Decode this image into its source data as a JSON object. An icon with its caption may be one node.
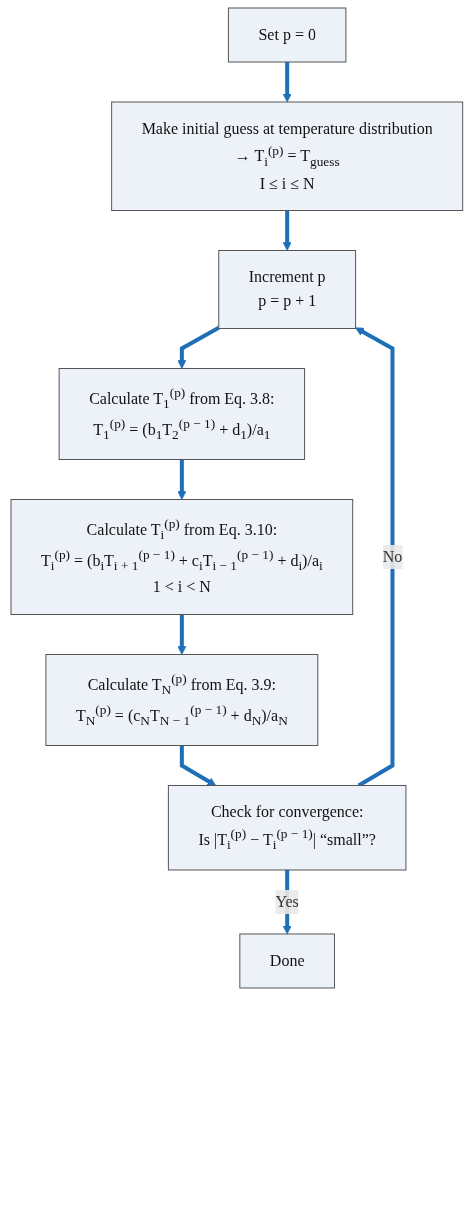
{
  "diagram": {
    "nodes": [
      {
        "text": [
          "Set p = 0"
        ]
      },
      {
        "text": [
          "Make initial guess at temperature distribution",
          "→ T$_{i}$$^{(p)}$ = T$_{guess}$",
          "I ≤ i ≤ N"
        ]
      },
      {
        "text": [
          "Increment p",
          "p = p + 1"
        ]
      },
      {
        "text": [
          "Calculate T$_{1}$$^{(p)}$ from Eq. 3.8:",
          "T$_{1}$$^{(p)}$ = (b$_{1}$T$_{2}$$^{(p − 1)}$ + d$_{1}$)/a$_{1}$"
        ]
      },
      {
        "text": [
          "Calculate T$_{i}$$^{(p)}$ from Eq. 3.10:",
          "T$_{i}$$^{(p)}$ = (b$_{i}$T$_{i + 1}$$^{(p − 1)}$ + c$_{i}$T$_{i − 1}$$^{(p − 1)}$ + d$_{i}$)/a$_{i}$",
          "1 < i < N"
        ]
      },
      {
        "text": [
          "Calculate T$_{N}$$^{(p)}$ from Eq. 3.9:",
          "T$_{N}$$^{(p)}$ = (c$_{N}$T$_{N − 1}$$^{(p − 1)}$ + d$_{N}$)/a$_{N}$"
        ]
      },
      {
        "text": [
          "Check for convergence:",
          "Is |T$_{i}$$^{(p)}$ − T$_{i}$$^{(p − 1)}$| “small”?"
        ]
      },
      {
        "text": [
          "Done"
        ]
      }
    ],
    "edges": [
      {
        "from": 0,
        "to": 1,
        "arrow": "to"
      },
      {
        "from": 1,
        "to": 2,
        "arrow": "to"
      },
      {
        "from": 2,
        "to": 3,
        "arrow": "to"
      },
      {
        "from": 3,
        "to": 4,
        "arrow": "to"
      },
      {
        "from": 4,
        "to": 5,
        "arrow": "to"
      },
      {
        "from": 5,
        "to": 6,
        "arrow": "to"
      },
      {
        "from": 6,
        "to": 7,
        "label": "Yes",
        "arrow": "to"
      },
      {
        "from": 6,
        "to": 2,
        "label": "No",
        "arrow": "to"
      }
    ]
  }
}
